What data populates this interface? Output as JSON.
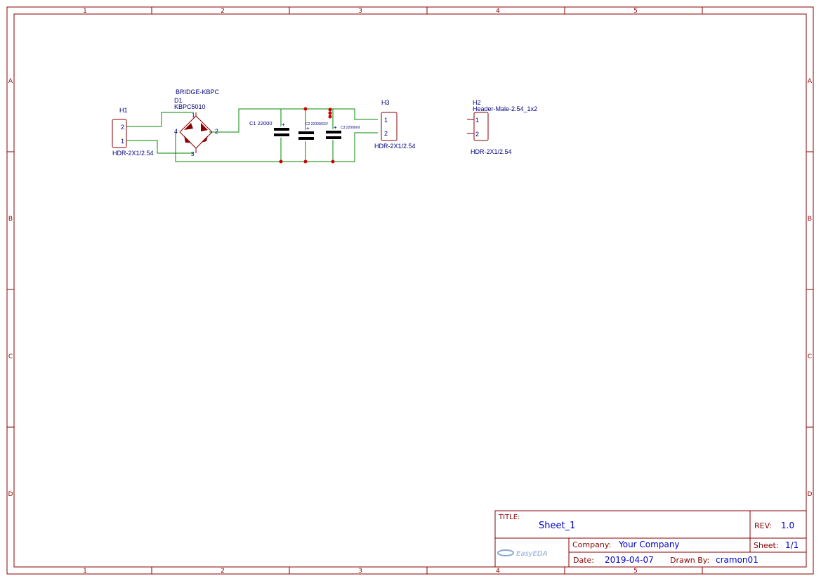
{
  "zones": {
    "columns": [
      "1",
      "2",
      "3",
      "4",
      "5"
    ],
    "rows": [
      "A",
      "B",
      "C",
      "D"
    ]
  },
  "components": {
    "h1": {
      "designator": "H1",
      "footprint": "HDR-2X1/2.54",
      "pins": [
        "2",
        "1"
      ]
    },
    "d1": {
      "name": "BRIDGE-KBPC",
      "designator": "D1",
      "value": "KBPC5010",
      "pins": [
        "1",
        "2",
        "3",
        "4"
      ]
    },
    "c1": {
      "label": "C1 22000"
    },
    "c2": {
      "label": "C2 22000/63V"
    },
    "c3": {
      "label": "C3 22000mf"
    },
    "h3": {
      "designator": "H3",
      "footprint": "HDR-2X1/2.54",
      "pins": [
        "1",
        "2"
      ]
    },
    "h2": {
      "designator": "H2",
      "name": "Header-Male-2.54_1x2",
      "footprint": "HDR-2X1/2.54",
      "pins": [
        "1",
        "2"
      ]
    }
  },
  "title_block": {
    "title_label": "TITLE:",
    "title": "Sheet_1",
    "rev_label": "REV:",
    "rev": "1.0",
    "company_label": "Company:",
    "company": "Your Company",
    "sheet_label": "Sheet:",
    "sheet": "1/1",
    "date_label": "Date:",
    "date": "2019-04-07",
    "drawn_label": "Drawn By:",
    "drawn_by": "cramon01",
    "logo": "EasyEDA"
  },
  "colors": {
    "frame": "#880000",
    "wire": "#008800",
    "label": "#000080",
    "value": "#0000cc",
    "junction": "#cc0000"
  }
}
